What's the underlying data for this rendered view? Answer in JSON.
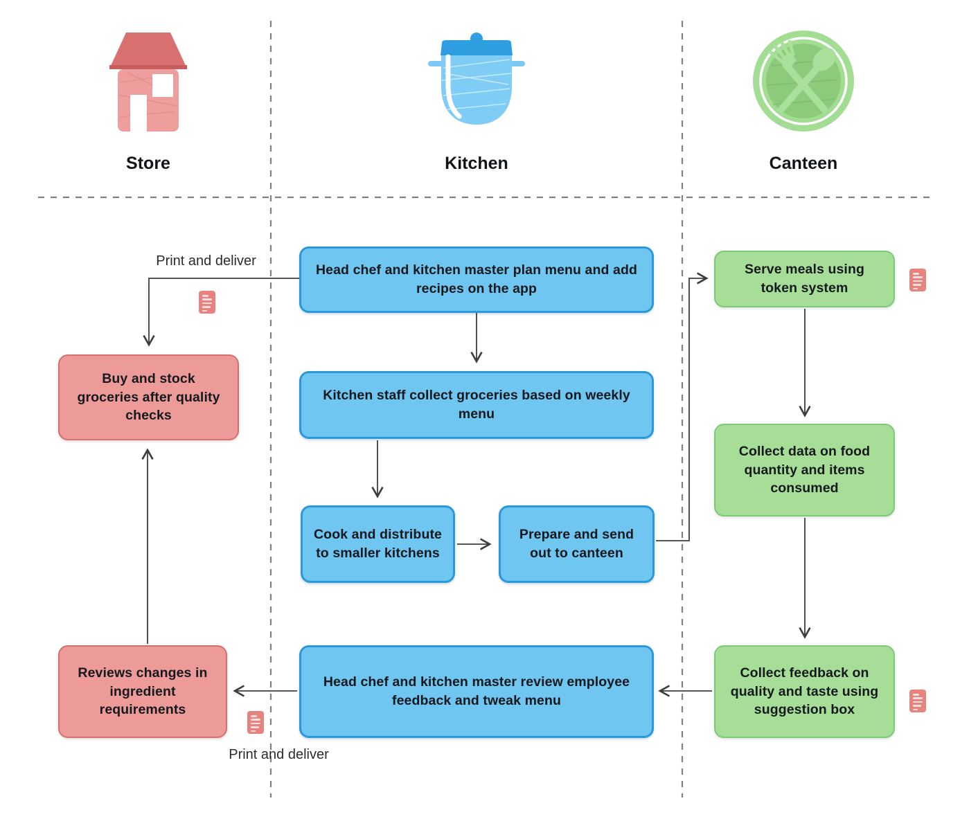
{
  "lanes": {
    "store": {
      "label": "Store"
    },
    "kitchen": {
      "label": "Kitchen"
    },
    "canteen": {
      "label": "Canteen"
    }
  },
  "nodes": {
    "plan_menu": {
      "label": "Head chef and kitchen master plan menu and add recipes on the app",
      "color": "blue"
    },
    "collect_groceries": {
      "label": "Kitchen staff collect groceries based on weekly menu",
      "color": "blue"
    },
    "cook_distribute": {
      "label": "Cook and distribute to smaller kitchens",
      "color": "blue"
    },
    "prepare_send": {
      "label": "Prepare and send out to canteen",
      "color": "blue"
    },
    "serve_meals": {
      "label": "Serve meals using token system",
      "color": "green"
    },
    "collect_data": {
      "label": "Collect data on food quantity and items consumed",
      "color": "green"
    },
    "collect_feedback": {
      "label": "Collect feedback on quality and taste using suggestion box",
      "color": "green"
    },
    "review_feedback": {
      "label": "Head chef and kitchen master review employee feedback and tweak menu",
      "color": "blue"
    },
    "reviews_changes": {
      "label": "Reviews changes in ingredient requirements",
      "color": "red"
    },
    "buy_stock": {
      "label": "Buy and stock groceries after quality checks",
      "color": "red"
    }
  },
  "annotations": {
    "print_deliver_top": {
      "label": "Print and deliver"
    },
    "print_deliver_bottom": {
      "label": "Print and deliver"
    }
  },
  "colors": {
    "blue_fill": "#6FC6F1",
    "blue_border": "#2C97D9",
    "green_fill": "#A6DE98",
    "green_border": "#7FC878",
    "red_fill": "#EC9B99",
    "red_border": "#D3706F",
    "doc_icon_fill": "#E8827F",
    "connector": "#3D3D3D",
    "divider": "#7F7F7F"
  }
}
